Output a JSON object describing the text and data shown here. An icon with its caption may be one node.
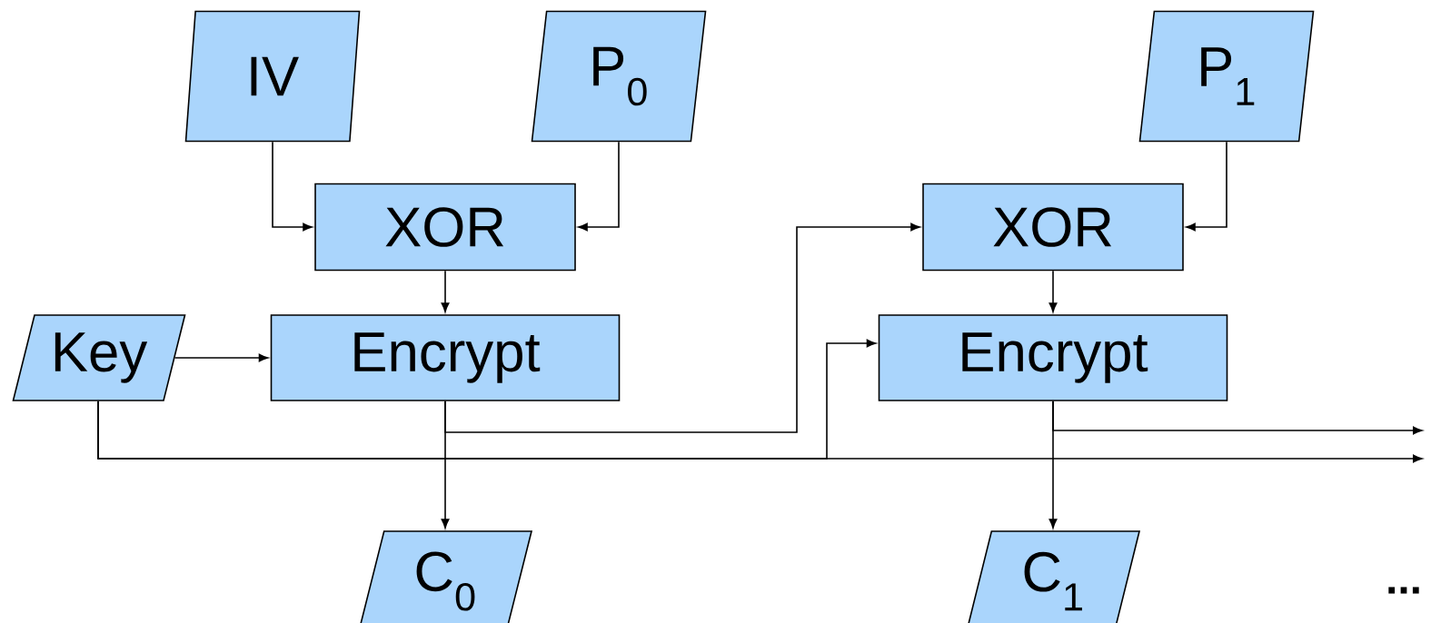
{
  "diagram": {
    "nodes": [
      {
        "text": [
          "IV"
        ]
      },
      {
        "text": [
          "P$_{0}$"
        ]
      },
      {
        "text": [
          "XOR"
        ]
      },
      {
        "text": [
          "Key"
        ]
      },
      {
        "text": [
          "Encrypt"
        ]
      },
      {
        "text": [
          "C$_{0}$"
        ]
      },
      {
        "text": [
          "P$_{1}$"
        ]
      },
      {
        "text": [
          "XOR"
        ]
      },
      {
        "text": [
          "Encrypt"
        ]
      },
      {
        "text": [
          "C$_{1}$"
        ]
      }
    ],
    "edges": [
      {
        "from": 0,
        "to": 2,
        "arrow": "to"
      },
      {
        "from": 1,
        "to": 2,
        "arrow": "to"
      },
      {
        "from": 2,
        "to": 4,
        "arrow": "to"
      },
      {
        "from": 3,
        "to": 4,
        "arrow": "to"
      },
      {
        "from": 4,
        "to": 5,
        "arrow": "to"
      },
      {
        "from": 4,
        "to": 7,
        "arrow": "to"
      },
      {
        "from": 3,
        "to": 8,
        "arrow": "to"
      },
      {
        "from": 3,
        "to": null,
        "arrow": "to"
      },
      {
        "from": 6,
        "to": 7,
        "arrow": "to"
      },
      {
        "from": 7,
        "to": 8,
        "arrow": "to"
      },
      {
        "from": 8,
        "to": 9,
        "arrow": "to"
      },
      {
        "from": 8,
        "to": null,
        "arrow": "to"
      }
    ],
    "labels": [
      "..."
    ]
  }
}
